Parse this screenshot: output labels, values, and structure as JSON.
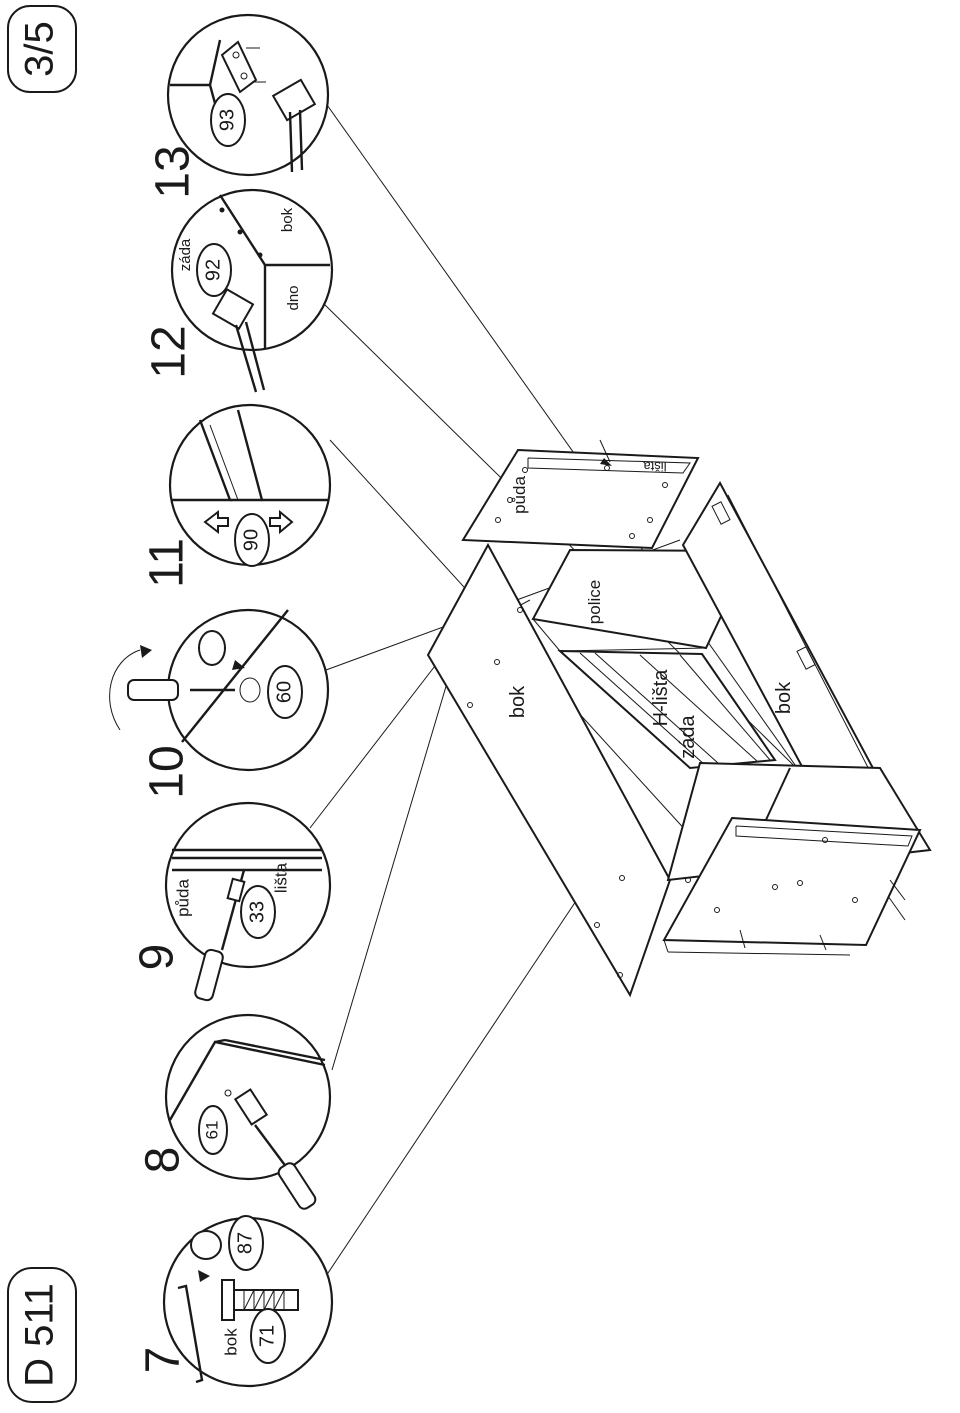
{
  "page": {
    "page_badge": "3/5",
    "product_badge": "D 511"
  },
  "steps": [
    {
      "number": "7",
      "parts": [
        "87",
        "71"
      ],
      "labels": [
        "bok"
      ]
    },
    {
      "number": "8",
      "parts": [
        "61"
      ],
      "labels": []
    },
    {
      "number": "9",
      "parts": [
        "33"
      ],
      "labels": [
        "půda",
        "lišta"
      ]
    },
    {
      "number": "10",
      "parts": [
        "60"
      ],
      "labels": []
    },
    {
      "number": "11",
      "parts": [
        "90"
      ],
      "labels": []
    },
    {
      "number": "12",
      "parts": [
        "92"
      ],
      "labels": [
        "záda",
        "dno",
        "bok"
      ]
    },
    {
      "number": "13",
      "parts": [
        "93"
      ],
      "labels": []
    }
  ],
  "assembly": {
    "labels": {
      "puda": "půda",
      "lista": "lišta",
      "police": "police",
      "bok_left": "bok",
      "bok_right": "bok",
      "h_lista": "H-lišta",
      "zada": "záda"
    }
  },
  "colors": {
    "ink": "#1a1a1a",
    "paper": "#ffffff"
  }
}
